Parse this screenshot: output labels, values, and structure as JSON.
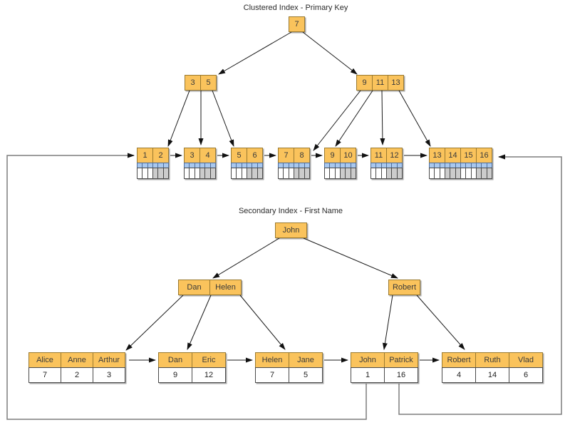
{
  "diagram": {
    "clustered_index": {
      "title": "Clustered Index - Primary Key",
      "root_keys": [
        "7"
      ],
      "internal_nodes": [
        [
          "3",
          "5"
        ],
        [
          "9",
          "11",
          "13"
        ]
      ],
      "leaf_nodes": [
        {
          "keys": [
            "1",
            "2"
          ]
        },
        {
          "keys": [
            "3",
            "4"
          ]
        },
        {
          "keys": [
            "5",
            "6"
          ]
        },
        {
          "keys": [
            "7",
            "8"
          ]
        },
        {
          "keys": [
            "9",
            "10"
          ]
        },
        {
          "keys": [
            "11",
            "12"
          ]
        },
        {
          "keys": [
            "13",
            "14",
            "15",
            "16"
          ]
        }
      ]
    },
    "secondary_index": {
      "title": "Secondary Index - First Name",
      "root_keys": [
        "John"
      ],
      "internal_nodes": [
        [
          "Dan",
          "Helen"
        ],
        [
          "Robert"
        ]
      ],
      "leaf_nodes": [
        {
          "keys": [
            "Alice",
            "Anne",
            "Arthur"
          ],
          "values": [
            "7",
            "2",
            "3"
          ],
          "shaded_value_indexes": [
            1
          ]
        },
        {
          "keys": [
            "Dan",
            "Eric"
          ],
          "values": [
            "9",
            "12"
          ],
          "shaded_value_indexes": [
            0
          ]
        },
        {
          "keys": [
            "Helen",
            "Jane"
          ],
          "values": [
            "7",
            "5"
          ],
          "shaded_value_indexes": [
            0
          ]
        },
        {
          "keys": [
            "John",
            "Patrick"
          ],
          "values": [
            "1",
            "16"
          ],
          "shaded_value_indexes": [
            0
          ]
        },
        {
          "keys": [
            "Robert",
            "Ruth",
            "Vlad"
          ],
          "values": [
            "4",
            "14",
            "6"
          ],
          "shaded_value_indexes": [
            1
          ]
        }
      ]
    },
    "colors": {
      "node_fill": "#FAC35C",
      "node_border": "#9a7a30",
      "row_header_blue": "#A9C8EE",
      "row_shaded_gray": "#CCCCCC",
      "row_white": "#FFFFFF",
      "arrow_line": "#1a1a1a",
      "wrap_line": "#7d7d7d"
    }
  }
}
